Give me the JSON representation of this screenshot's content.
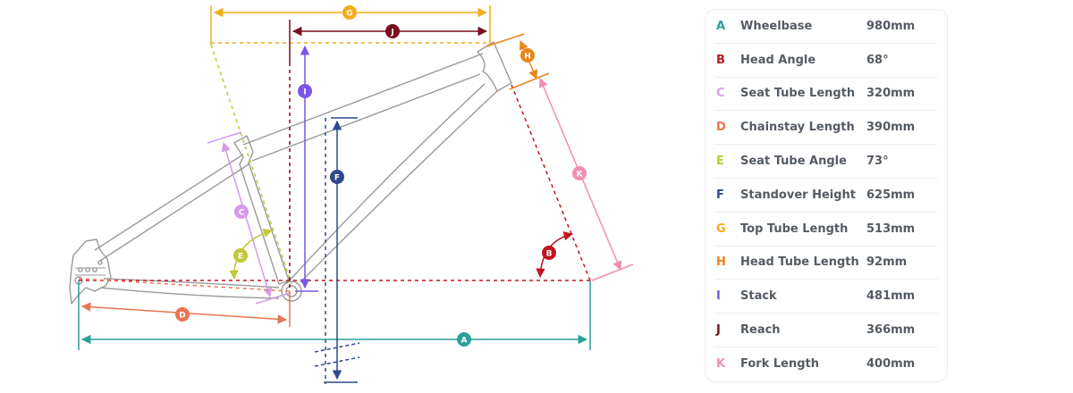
{
  "geometry": {
    "rows": [
      {
        "letter": "A",
        "label": "Wheelbase",
        "value": "980mm",
        "color": "#2aa198"
      },
      {
        "letter": "B",
        "label": "Head Angle",
        "value": "68°",
        "color": "#c0171f"
      },
      {
        "letter": "C",
        "label": "Seat Tube Length",
        "value": "320mm",
        "color": "#d49ce8"
      },
      {
        "letter": "D",
        "label": "Chainstay Length",
        "value": "390mm",
        "color": "#ec7350"
      },
      {
        "letter": "E",
        "label": "Seat Tube Angle",
        "value": "73°",
        "color": "#c2c839"
      },
      {
        "letter": "F",
        "label": "Standover Height",
        "value": "625mm",
        "color": "#2f4a8a"
      },
      {
        "letter": "G",
        "label": "Top Tube Length",
        "value": "513mm",
        "color": "#f0ad1a"
      },
      {
        "letter": "H",
        "label": "Head Tube Length",
        "value": "92mm",
        "color": "#e8861c"
      },
      {
        "letter": "I",
        "label": "Stack",
        "value": "481mm",
        "color": "#7a55e8"
      },
      {
        "letter": "J",
        "label": "Reach",
        "value": "366mm",
        "color": "#7a0d1e"
      },
      {
        "letter": "K",
        "label": "Fork Length",
        "value": "400mm",
        "color": "#f28eb4"
      }
    ]
  },
  "diagram": {
    "frame_color": "#9a9a9a",
    "badges": {
      "a": "A",
      "b": "B",
      "c": "C",
      "d": "D",
      "e": "E",
      "f": "F",
      "g": "G",
      "h": "H",
      "i": "I",
      "j": "J",
      "k": "K"
    }
  }
}
